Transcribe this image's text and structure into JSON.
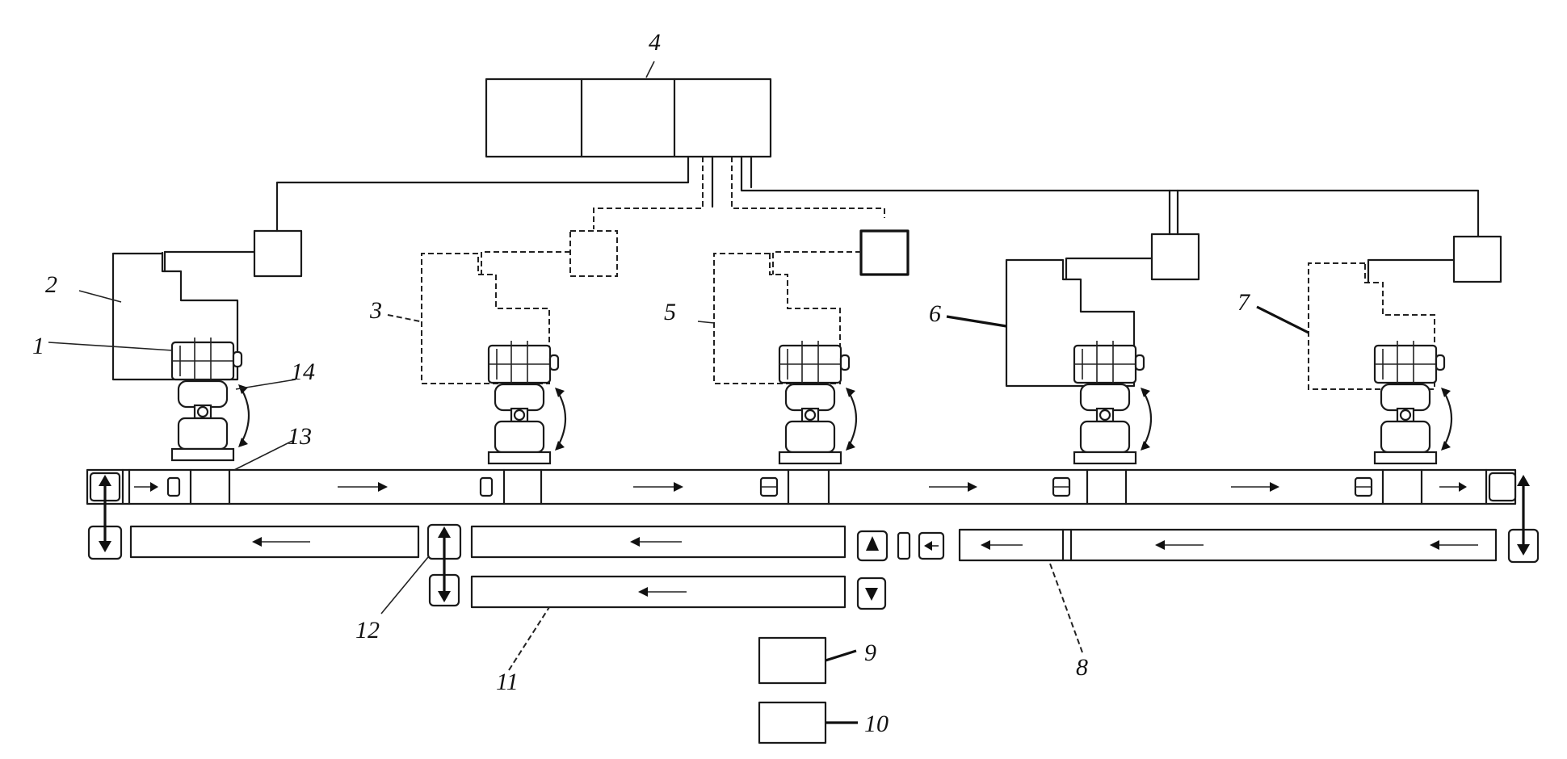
{
  "labels": {
    "n1": "1",
    "n2": "2",
    "n3": "3",
    "n4": "4",
    "n5": "5",
    "n6": "6",
    "n7": "7",
    "n8": "8",
    "n9": "9",
    "n10": "10",
    "n11": "11",
    "n12": "12",
    "n13": "13",
    "n14": "14"
  },
  "colors": {
    "ink": "#1a1a1a",
    "paper": "#ffffff"
  }
}
